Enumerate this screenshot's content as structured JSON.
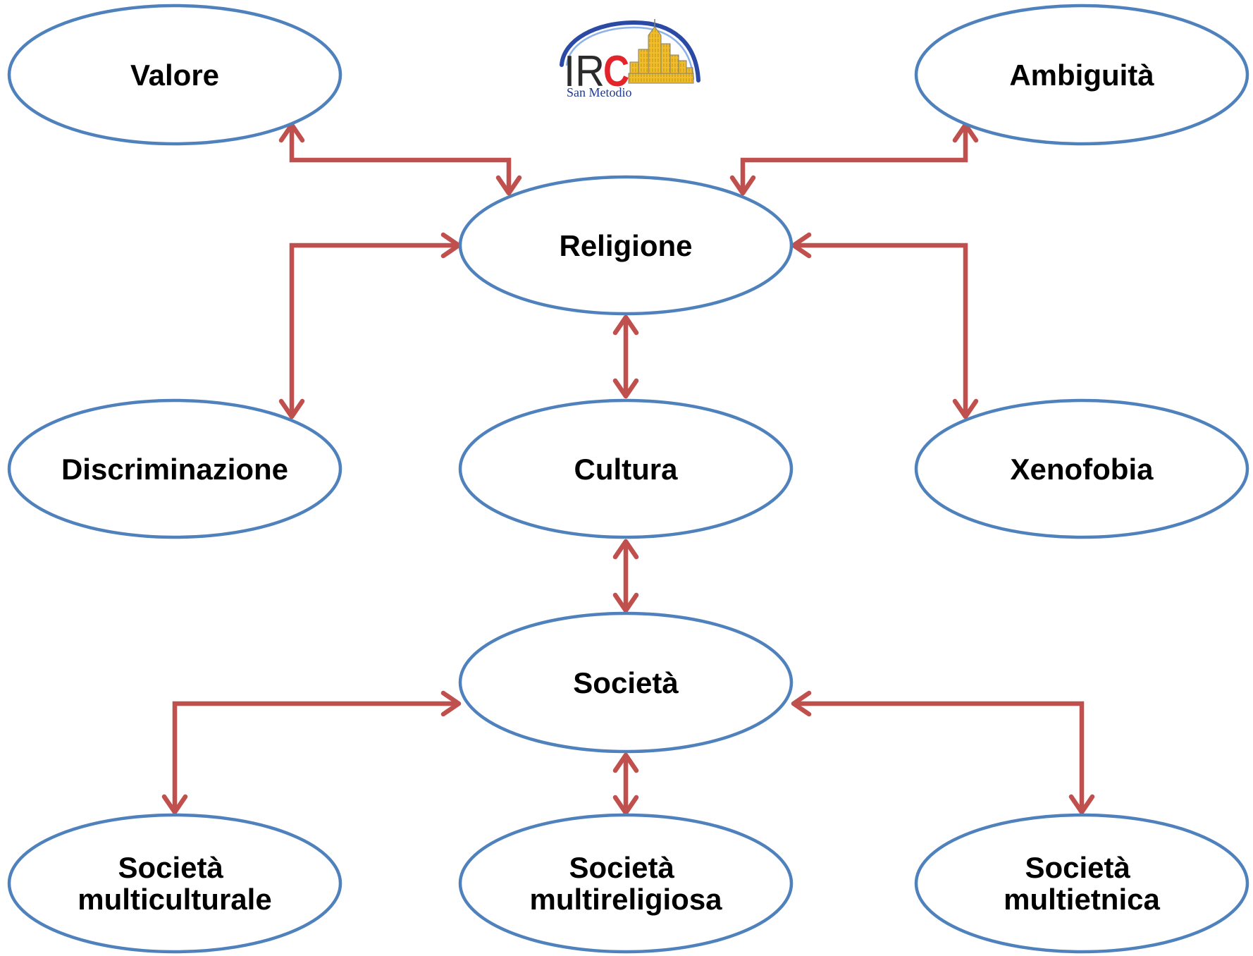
{
  "nodes": [
    {
      "lines": [
        "Valore"
      ]
    },
    {
      "lines": [
        "Ambiguità"
      ]
    },
    {
      "lines": [
        "Religione"
      ]
    },
    {
      "lines": [
        "Discriminazione"
      ]
    },
    {
      "lines": [
        "Cultura"
      ]
    },
    {
      "lines": [
        "Xenofobia"
      ]
    },
    {
      "lines": [
        "Società"
      ]
    },
    {
      "lines": [
        "Società",
        "multiculturale"
      ]
    },
    {
      "lines": [
        "Società",
        "multireligiosa"
      ]
    },
    {
      "lines": [
        "Società",
        "multietnica"
      ]
    }
  ],
  "edges": [
    {
      "from": 0,
      "to": 2,
      "bidirectional": true
    },
    {
      "from": 1,
      "to": 2,
      "bidirectional": true
    },
    {
      "from": 2,
      "to": 3,
      "bidirectional": true
    },
    {
      "from": 2,
      "to": 5,
      "bidirectional": true
    },
    {
      "from": 2,
      "to": 4,
      "bidirectional": true
    },
    {
      "from": 4,
      "to": 6,
      "bidirectional": true
    },
    {
      "from": 6,
      "to": 7,
      "bidirectional": true
    },
    {
      "from": 6,
      "to": 8,
      "bidirectional": true
    },
    {
      "from": 6,
      "to": 9,
      "bidirectional": true
    }
  ],
  "logo": {
    "wordmark": [
      "IR",
      "C"
    ],
    "tagline": "San Metodio"
  },
  "colors": {
    "background": "#ffffff",
    "node_fill": "#ffffff",
    "node_border": "#4f81bd",
    "label": "#000000",
    "connector": "#c0504d",
    "logo_arc": "#2a4aa6",
    "logo_arc_highlight": "#8db2e8",
    "logo_accent": "#e3242b",
    "logo_ink": "#2b2b2b",
    "logo_building": "#f0bd2b",
    "logo_tagline": "#1f3a8f"
  }
}
